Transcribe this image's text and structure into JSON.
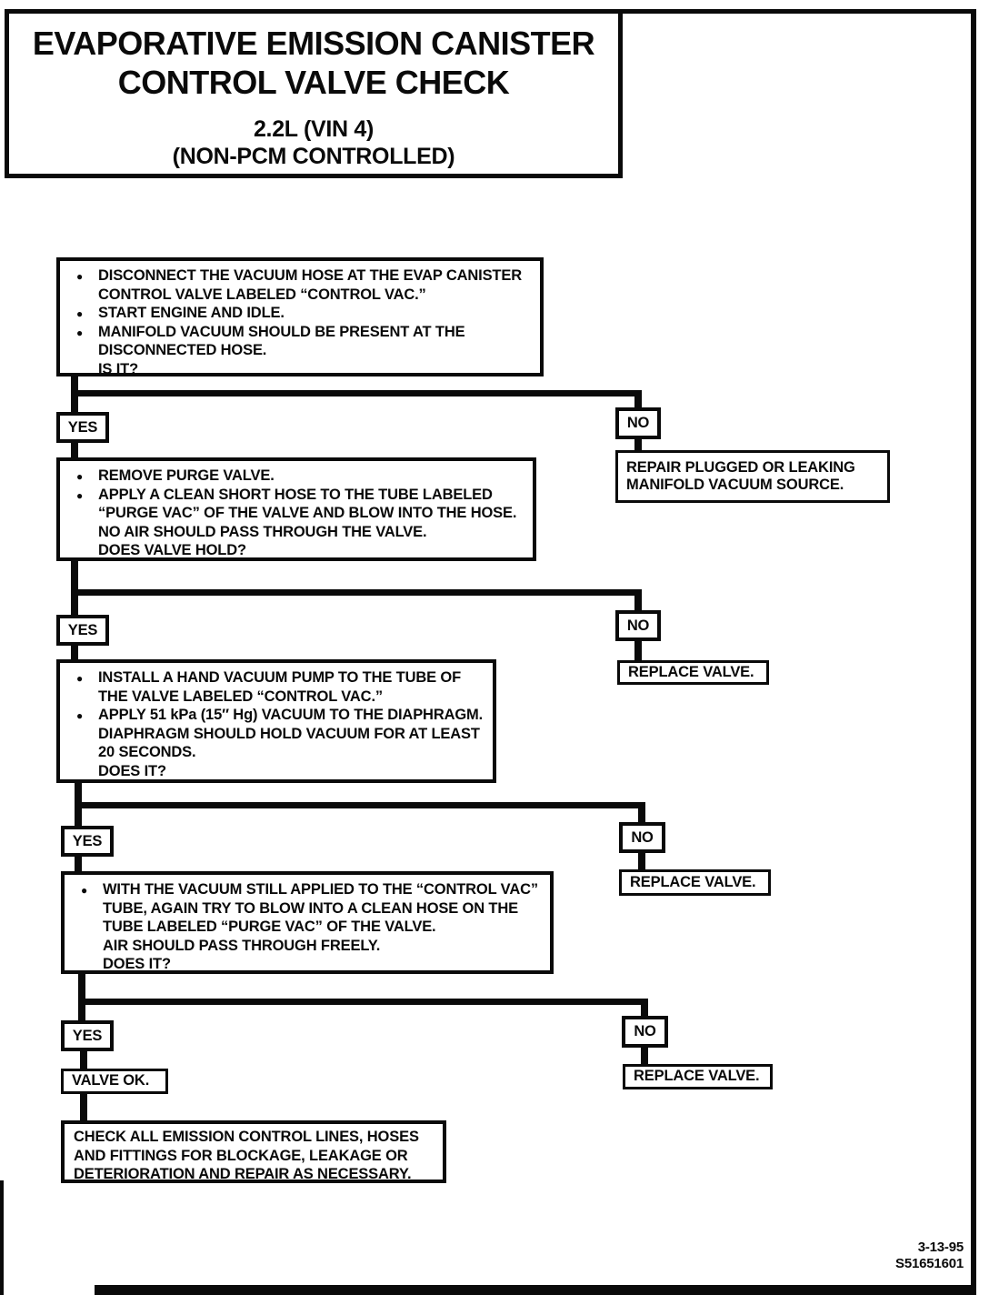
{
  "title": {
    "main": "EVAPORATIVE EMISSION CANISTER\nCONTROL VALVE CHECK",
    "subtitle": "2.2L (VIN 4)\n(NON-PCM CONTROLLED)"
  },
  "labels": {
    "yes": "YES",
    "no": "NO"
  },
  "steps": {
    "step1": {
      "bullets": [
        "DISCONNECT THE VACUUM HOSE AT THE EVAP CANISTER\nCONTROL VALVE LABELED “CONTROL VAC.”",
        "START ENGINE AND IDLE.",
        "MANIFOLD VACUUM SHOULD BE PRESENT AT THE\nDISCONNECTED HOSE.\nIS IT?"
      ]
    },
    "step2": {
      "bullets": [
        "REMOVE PURGE VALVE.",
        "APPLY A CLEAN SHORT HOSE TO THE TUBE LABELED\n“PURGE VAC” OF THE VALVE AND BLOW INTO THE HOSE.\nNO AIR SHOULD PASS THROUGH THE VALVE.\nDOES VALVE HOLD?"
      ]
    },
    "step3": {
      "bullets": [
        "INSTALL A HAND VACUUM PUMP TO THE TUBE OF\nTHE VALVE LABELED “CONTROL VAC.”",
        "APPLY 51 kPa (15″ Hg) VACUUM TO THE DIAPHRAGM.\nDIAPHRAGM SHOULD HOLD VACUUM FOR AT LEAST\n20 SECONDS.\nDOES IT?"
      ]
    },
    "step4": {
      "bullets": [
        "WITH THE VACUUM STILL APPLIED TO THE “CONTROL VAC”\nTUBE, AGAIN TRY TO BLOW INTO A CLEAN HOSE ON THE\nTUBE LABELED “PURGE VAC” OF THE VALVE.\nAIR SHOULD PASS THROUGH FREELY.\nDOES IT?"
      ]
    }
  },
  "outcomes": {
    "repair_manifold": "REPAIR PLUGGED OR LEAKING\nMANIFOLD VACUUM SOURCE.",
    "replace_valve": "REPLACE VALVE.",
    "valve_ok": "VALVE OK.",
    "final_check": "CHECK ALL EMISSION CONTROL LINES, HOSES\nAND FITTINGS FOR BLOCKAGE, LEAKAGE OR\nDETERIORATION AND REPAIR AS NECESSARY."
  },
  "footer": {
    "reference": "3-13-95\nS51651601"
  },
  "colors": {
    "ink": "#0a0a0a",
    "paper": "#ffffff"
  }
}
